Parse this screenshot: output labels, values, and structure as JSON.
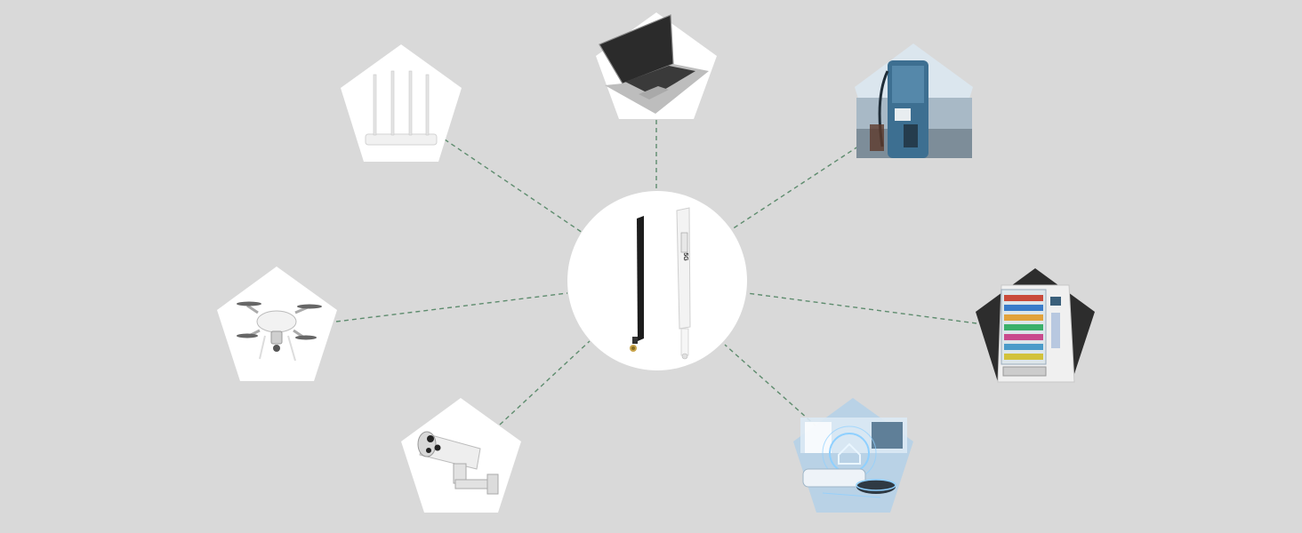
{
  "scene": {
    "background": "#d9d9d9",
    "connector_color": "#5e8c6e",
    "hub": {
      "name": "antenna-pair",
      "antenna_label": "5G"
    },
    "devices": [
      {
        "name": "router",
        "icon": "router-icon"
      },
      {
        "name": "laptop",
        "icon": "laptop-icon"
      },
      {
        "name": "ev-charger",
        "icon": "ev-charger-icon"
      },
      {
        "name": "drone",
        "icon": "drone-icon"
      },
      {
        "name": "vending-machine",
        "icon": "vending-machine-icon"
      },
      {
        "name": "security-camera",
        "icon": "security-camera-icon"
      },
      {
        "name": "smart-home",
        "icon": "smart-home-icon"
      }
    ]
  }
}
